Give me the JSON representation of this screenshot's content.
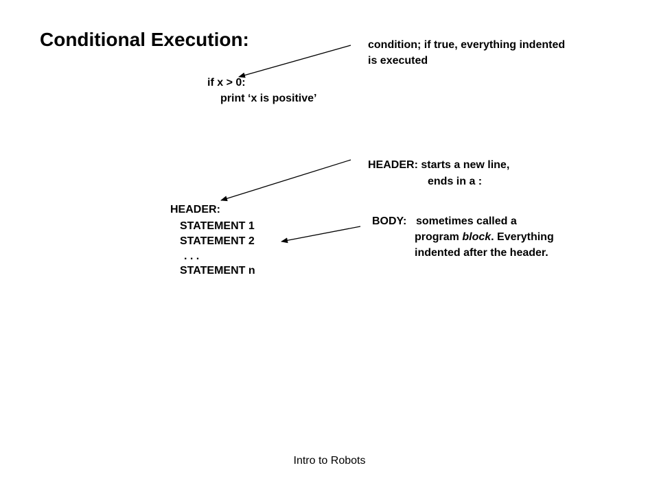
{
  "slide": {
    "title": "Conditional Execution:",
    "footer": "Intro to Robots"
  },
  "code_example": {
    "line1": "if x > 0:",
    "line2": "print ‘x is positive’"
  },
  "condition_note": {
    "line1": "condition; if true, everything indented",
    "line2": "is executed"
  },
  "header_note": {
    "line1": "HEADER: starts a new line,",
    "line2": "ends in a :"
  },
  "template": {
    "header": "HEADER:",
    "statement_1": "STATEMENT 1",
    "statement_2": "STATEMENT 2",
    "ellipsis": ". . .",
    "statement_n": "STATEMENT n"
  },
  "body_note": {
    "label": "BODY:",
    "line1": "sometimes called a",
    "line2_pre": "program ",
    "line2_em": "block",
    "line2_post": ". Everything",
    "line3": "indented after the header."
  },
  "colors": {
    "text": "#000000",
    "background": "#ffffff"
  }
}
